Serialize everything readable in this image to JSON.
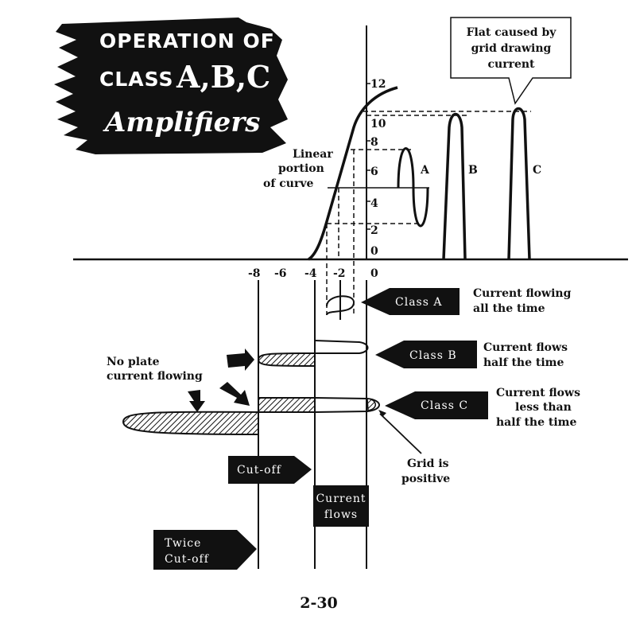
{
  "title": {
    "line1": "OPERATION OF",
    "line2a": "CLASS",
    "line2b": "A,B,C",
    "line3": "Amplifiers"
  },
  "graph": {
    "y_ticks": [
      "12",
      "10",
      "8",
      "6",
      "4",
      "2",
      "0"
    ],
    "x_ticks": [
      "-8",
      "-6",
      "-4",
      "-2",
      "0"
    ],
    "linear_label": [
      "Linear",
      "portion",
      "of curve"
    ],
    "waveform_labels": {
      "a": "A",
      "b": "B",
      "c": "C"
    },
    "callout": [
      "Flat caused by",
      "grid drawing",
      "current"
    ]
  },
  "classes": [
    {
      "tag": "Class  A",
      "description": [
        "Current flowing",
        "all the time"
      ]
    },
    {
      "tag": "Class  B",
      "description": [
        "Current flows",
        "half the time"
      ]
    },
    {
      "tag": "Class  C",
      "description": [
        "Current flows",
        "less than",
        "half the time"
      ]
    }
  ],
  "annotations": {
    "no_plate": [
      "No plate",
      "current flowing"
    ],
    "grid_positive": [
      "Grid is",
      "positive"
    ],
    "cutoff": "Cut-off",
    "current_flows": [
      "Current",
      "flows"
    ],
    "twice_cutoff": [
      "Twice",
      "Cut-off"
    ]
  },
  "page_number": "2-30",
  "colors": {
    "ink": "#111111",
    "paper": "#ffffff"
  }
}
